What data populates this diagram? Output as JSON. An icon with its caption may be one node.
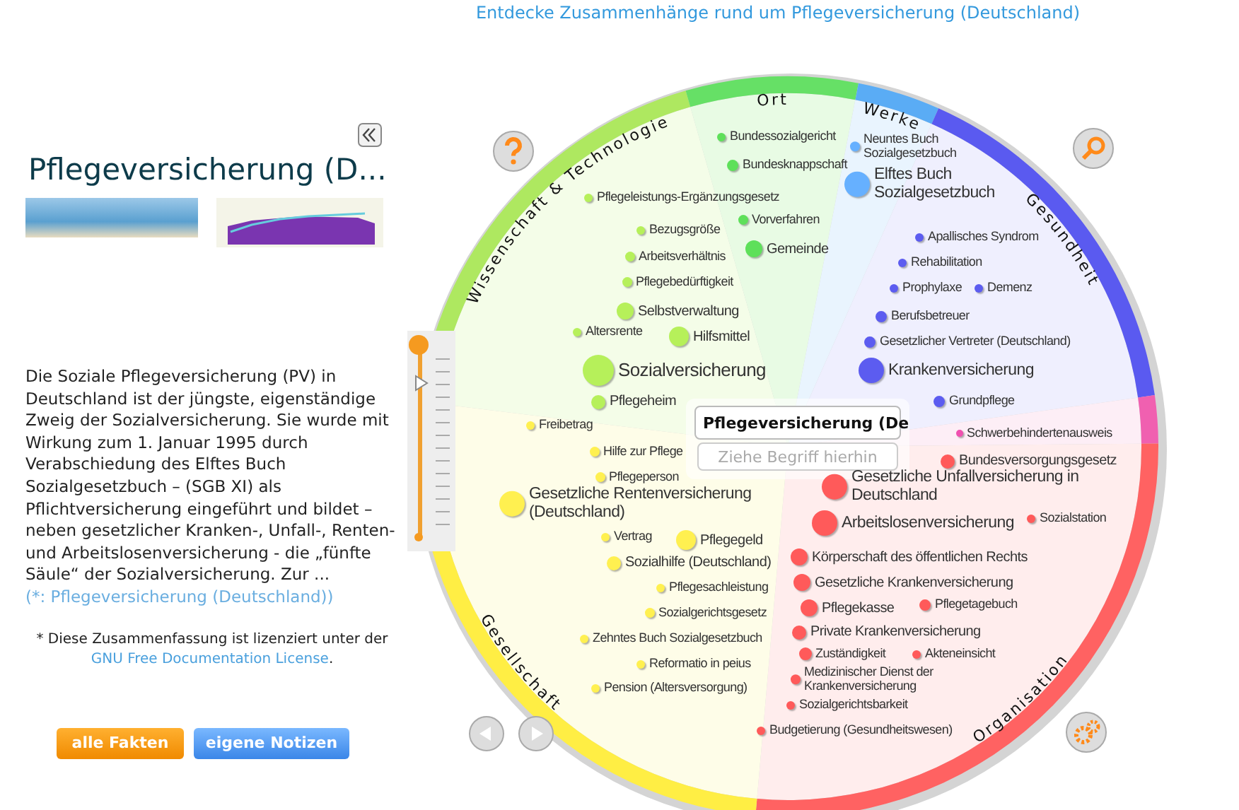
{
  "diagram": {
    "title": "Entdecke Zusammenhänge rund um Pflegeversicherung (Deutschland)",
    "nodes": [
      {
        "text": [
          "Wissenschaft & Technologie"
        ]
      },
      {
        "text": [
          "Pflegeleistungs-Ergänzungsgesetz"
        ],
        "in": 0
      },
      {
        "text": [
          "Bezugsgröße"
        ],
        "in": 0
      },
      {
        "text": [
          "Arbeitsverhältnis"
        ],
        "in": 0
      },
      {
        "text": [
          "Pflegebedürftigkeit"
        ],
        "in": 0
      },
      {
        "text": [
          "Selbstverwaltung"
        ],
        "in": 0
      },
      {
        "text": [
          "Altersrente"
        ],
        "in": 0
      },
      {
        "text": [
          "Hilfsmittel"
        ],
        "in": 0
      },
      {
        "text": [
          "Sozialversicherung"
        ],
        "in": 0
      },
      {
        "text": [
          "Pflegeheim"
        ],
        "in": 0
      },
      {
        "text": [
          "Ort"
        ]
      },
      {
        "text": [
          "Bundessozialgericht"
        ],
        "in": 10
      },
      {
        "text": [
          "Bundesknappschaft"
        ],
        "in": 10
      },
      {
        "text": [
          "Vorverfahren"
        ],
        "in": 10
      },
      {
        "text": [
          "Gemeinde"
        ],
        "in": 10
      },
      {
        "text": [
          "Werke"
        ]
      },
      {
        "text": [
          "Neuntes Buch Sozialgesetzbuch"
        ],
        "in": 15
      },
      {
        "text": [
          "Elftes Buch Sozialgesetzbuch"
        ],
        "in": 15
      },
      {
        "text": [
          "Gesundheit"
        ]
      },
      {
        "text": [
          "Apallisches Syndrom"
        ],
        "in": 18
      },
      {
        "text": [
          "Rehabilitation"
        ],
        "in": 18
      },
      {
        "text": [
          "Prophylaxe"
        ],
        "in": 18
      },
      {
        "text": [
          "Demenz"
        ],
        "in": 18
      },
      {
        "text": [
          "Berufsbetreuer"
        ],
        "in": 18
      },
      {
        "text": [
          "Gesetzlicher Vertreter (Deutschland)"
        ],
        "in": 18
      },
      {
        "text": [
          "Krankenversicherung"
        ],
        "in": 18
      },
      {
        "text": [
          "Grundpflege"
        ],
        "in": 18
      },
      {
        "text": [],
        "shape": "wedge"
      },
      {
        "text": [
          "Schwerbehindertenausweis"
        ],
        "in": 27
      },
      {
        "text": [
          "Organisation"
        ]
      },
      {
        "text": [
          "Bundesversorgungsgesetz"
        ],
        "in": 29
      },
      {
        "text": [
          "Gesetzliche Unfallversicherung in Deutschland"
        ],
        "in": 29
      },
      {
        "text": [
          "Arbeitslosenversicherung"
        ],
        "in": 29
      },
      {
        "text": [
          "Sozialstation"
        ],
        "in": 29
      },
      {
        "text": [
          "Körperschaft des öffentlichen Rechts"
        ],
        "in": 29
      },
      {
        "text": [
          "Gesetzliche Krankenversicherung"
        ],
        "in": 29
      },
      {
        "text": [
          "Pflegekasse"
        ],
        "in": 29
      },
      {
        "text": [
          "Pflegetagebuch"
        ],
        "in": 29
      },
      {
        "text": [
          "Private Krankenversicherung"
        ],
        "in": 29
      },
      {
        "text": [
          "Zuständigkeit"
        ],
        "in": 29
      },
      {
        "text": [
          "Akteneinsicht"
        ],
        "in": 29
      },
      {
        "text": [
          "Medizinischer Dienst der Krankenversicherung"
        ],
        "in": 29
      },
      {
        "text": [
          "Sozialgerichtsbarkeit"
        ],
        "in": 29
      },
      {
        "text": [
          "Budgetierung (Gesundheitswesen)"
        ],
        "in": 29
      },
      {
        "text": [
          "Gesellschaft"
        ]
      },
      {
        "text": [
          "Freibetrag"
        ],
        "in": 44
      },
      {
        "text": [
          "Hilfe zur Pflege"
        ],
        "in": 44
      },
      {
        "text": [
          "Pflegeperson"
        ],
        "in": 44
      },
      {
        "text": [
          "Gesetzliche Rentenversicherung (Deutschland)"
        ],
        "in": 44
      },
      {
        "text": [
          "Vertrag"
        ],
        "in": 44
      },
      {
        "text": [
          "Pflegegeld"
        ],
        "in": 44
      },
      {
        "text": [
          "Sozialhilfe (Deutschland)"
        ],
        "in": 44
      },
      {
        "text": [
          "Pflegesachleistung"
        ],
        "in": 44
      },
      {
        "text": [
          "Sozialgerichtsgesetz"
        ],
        "in": 44
      },
      {
        "text": [
          "Zehntes Buch Sozialgesetzbuch"
        ],
        "in": 44
      },
      {
        "text": [
          "Reformatio in peius"
        ],
        "in": 44
      },
      {
        "text": [
          "Pension (Altersversorgung)"
        ],
        "in": 44
      },
      {
        "text": [
          "Pflegeversicherung (De"
        ]
      }
    ],
    "labels": [
      "Pflegeversicherung (D...",
      "Die Soziale Pflegeversicherung (PV) in Deutschland ist der jüngste, eigenständige Zweig der Sozialversicherung. Sie wurde mit Wirkung zum 1. Januar 1995 durch Verabschiedung des Elftes Buch Sozialgesetzbuch – (SGB XI) als Pflichtversicherung eingeführt und bildet – neben gesetzlicher Kranken-, Unfall-, Renten- und Arbeitslosenversicherung - die „fünfte Säule“ der Sozialversicherung. Zur ...",
      "(*: Pflegeversicherung (Deutschland))",
      "* Diese Zusammenfassung ist lizenziert unter der",
      "GNU Free Documentation License",
      ".",
      "Ziehe Begriff hierhin",
      "alle Fakten",
      "eigene Notizen"
    ]
  }
}
